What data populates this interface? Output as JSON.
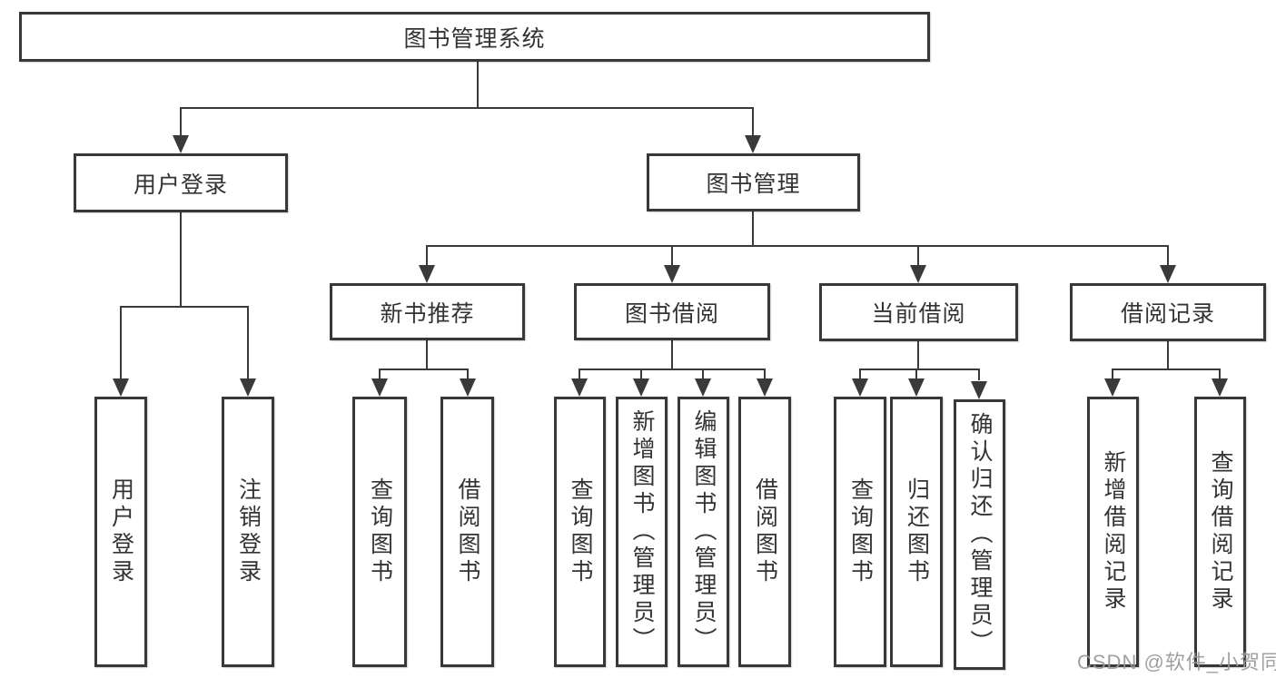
{
  "tree": {
    "root": {
      "label": "图书管理系统"
    },
    "login": {
      "label": "用户登录",
      "children": [
        {
          "label": "用户登录"
        },
        {
          "label": "注销登录"
        }
      ]
    },
    "management": {
      "label": "图书管理",
      "children": [
        {
          "label": "新书推荐",
          "children": [
            {
              "label": "查询图书"
            },
            {
              "label": "借阅图书"
            }
          ]
        },
        {
          "label": "图书借阅",
          "children": [
            {
              "label": "查询图书"
            },
            {
              "label": "新增图书（管理员）"
            },
            {
              "label": "编辑图书（管理员）"
            },
            {
              "label": "借阅图书"
            }
          ]
        },
        {
          "label": "当前借阅",
          "children": [
            {
              "label": "查询图书"
            },
            {
              "label": "归还图书"
            },
            {
              "label": "确认归还（管理员）"
            }
          ]
        },
        {
          "label": "借阅记录",
          "children": [
            {
              "label": "新增借阅记录"
            },
            {
              "label": "查询借阅记录"
            }
          ]
        }
      ]
    }
  },
  "watermark": "CSDN @软件_小贺同学",
  "colors": {
    "line": "#3a3a3a",
    "border": "#383838",
    "text": "#333333",
    "background": "#ffffff",
    "watermark": "#989898"
  }
}
